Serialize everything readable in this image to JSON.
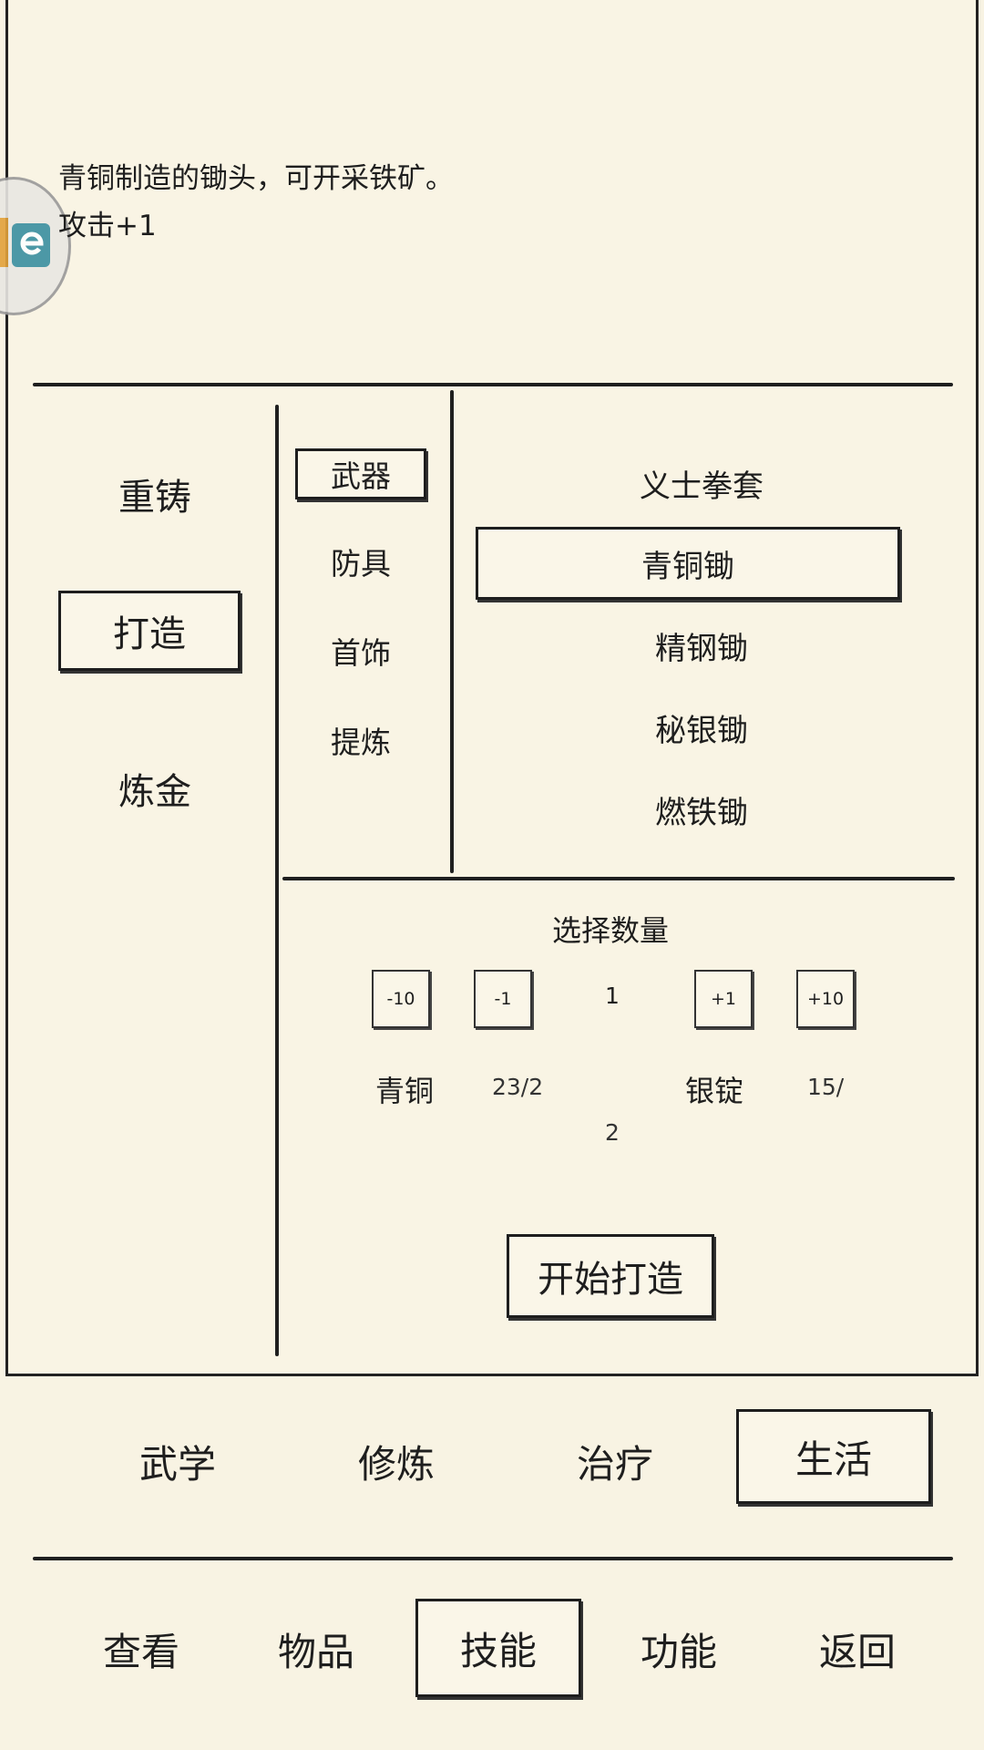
{
  "description": {
    "line1": "青铜制造的锄头，可开采铁矿。",
    "line2": "攻击+1"
  },
  "categories": [
    "重铸",
    "打造",
    "炼金"
  ],
  "subcategories": [
    "武器",
    "防具",
    "首饰",
    "提炼"
  ],
  "recipes": [
    "义士拳套",
    "青铜锄",
    "精钢锄",
    "秘银锄",
    "燃铁锄"
  ],
  "quantity": {
    "title": "选择数量",
    "minus10": "-10",
    "minus1": "-1",
    "value": "1",
    "plus1": "+1",
    "plus10": "+10"
  },
  "materials": [
    {
      "name": "青铜",
      "count_line1": "23/2",
      "count_line2": ""
    },
    {
      "name": "银锭",
      "count_line1": "15/",
      "count_line2": "2"
    }
  ],
  "craft_button": "开始打造",
  "skill_tabs": [
    "武学",
    "修炼",
    "治疗",
    "生活"
  ],
  "bottom_nav": [
    "查看",
    "物品",
    "技能",
    "功能",
    "返回"
  ],
  "icons": {
    "floating": "floating-assistant-icon"
  }
}
